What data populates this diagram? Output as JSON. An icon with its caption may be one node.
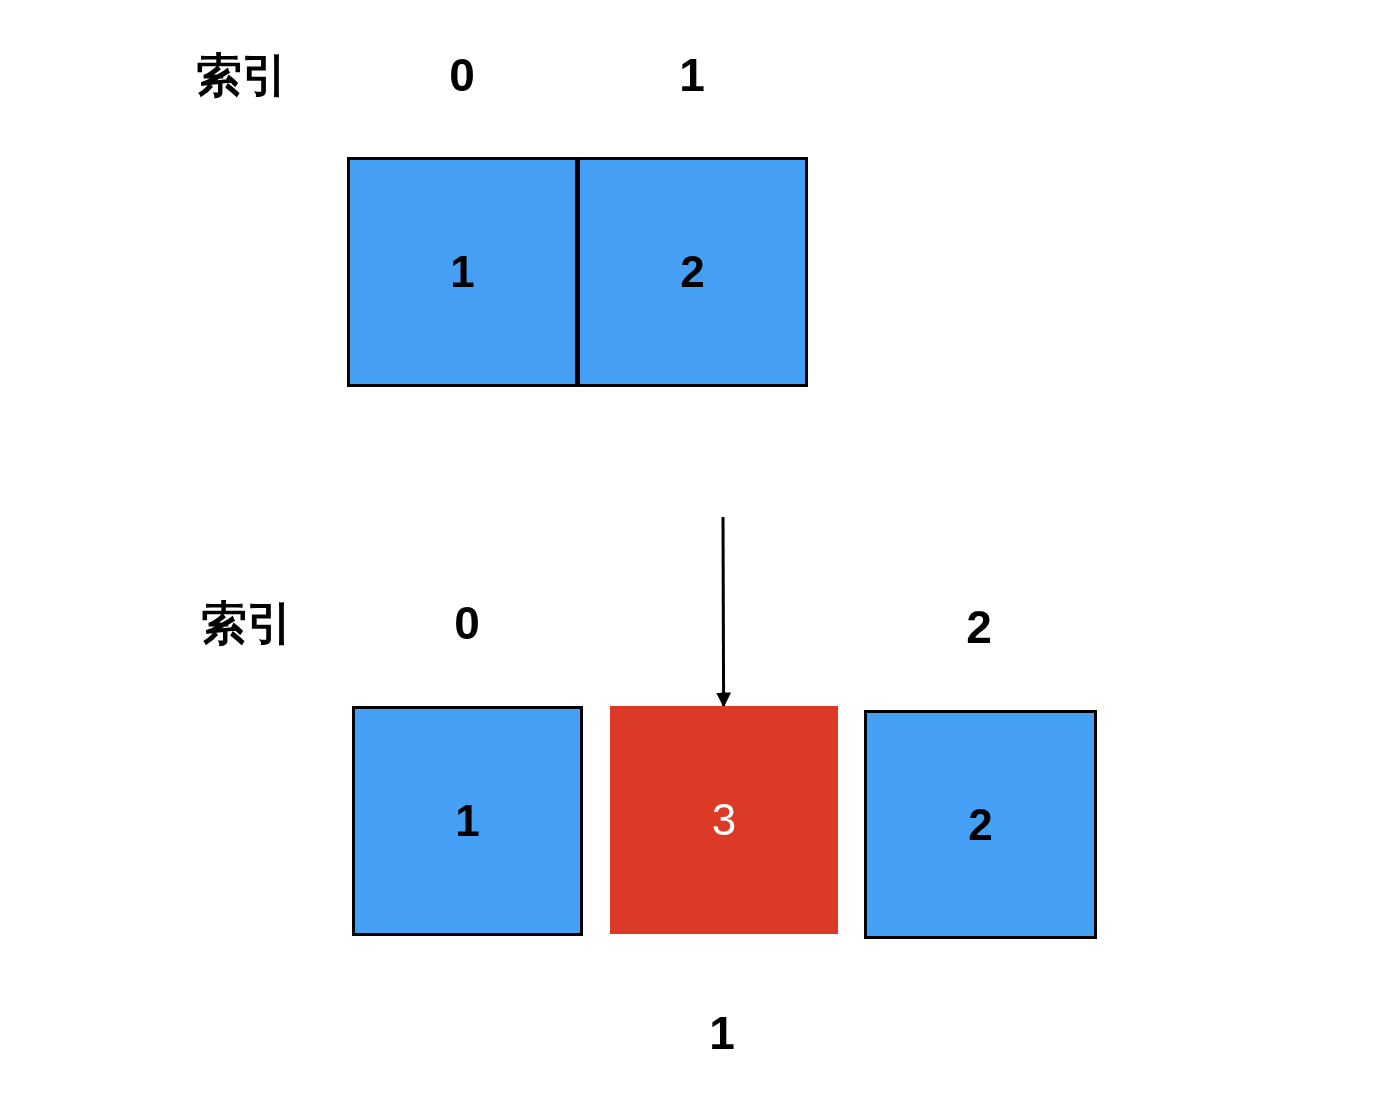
{
  "diagram": {
    "nodes": [
      {
        "text": [
          "1"
        ]
      },
      {
        "text": [
          "2"
        ]
      },
      {
        "text": [
          "1"
        ]
      },
      {
        "text": [
          "3"
        ]
      },
      {
        "text": [
          "2"
        ]
      }
    ],
    "edges": [
      {
        "from": null,
        "to": 3,
        "arrow": "to"
      }
    ],
    "labels": [
      "索引",
      "0",
      "1",
      "索引",
      "0",
      "2",
      "1"
    ]
  }
}
